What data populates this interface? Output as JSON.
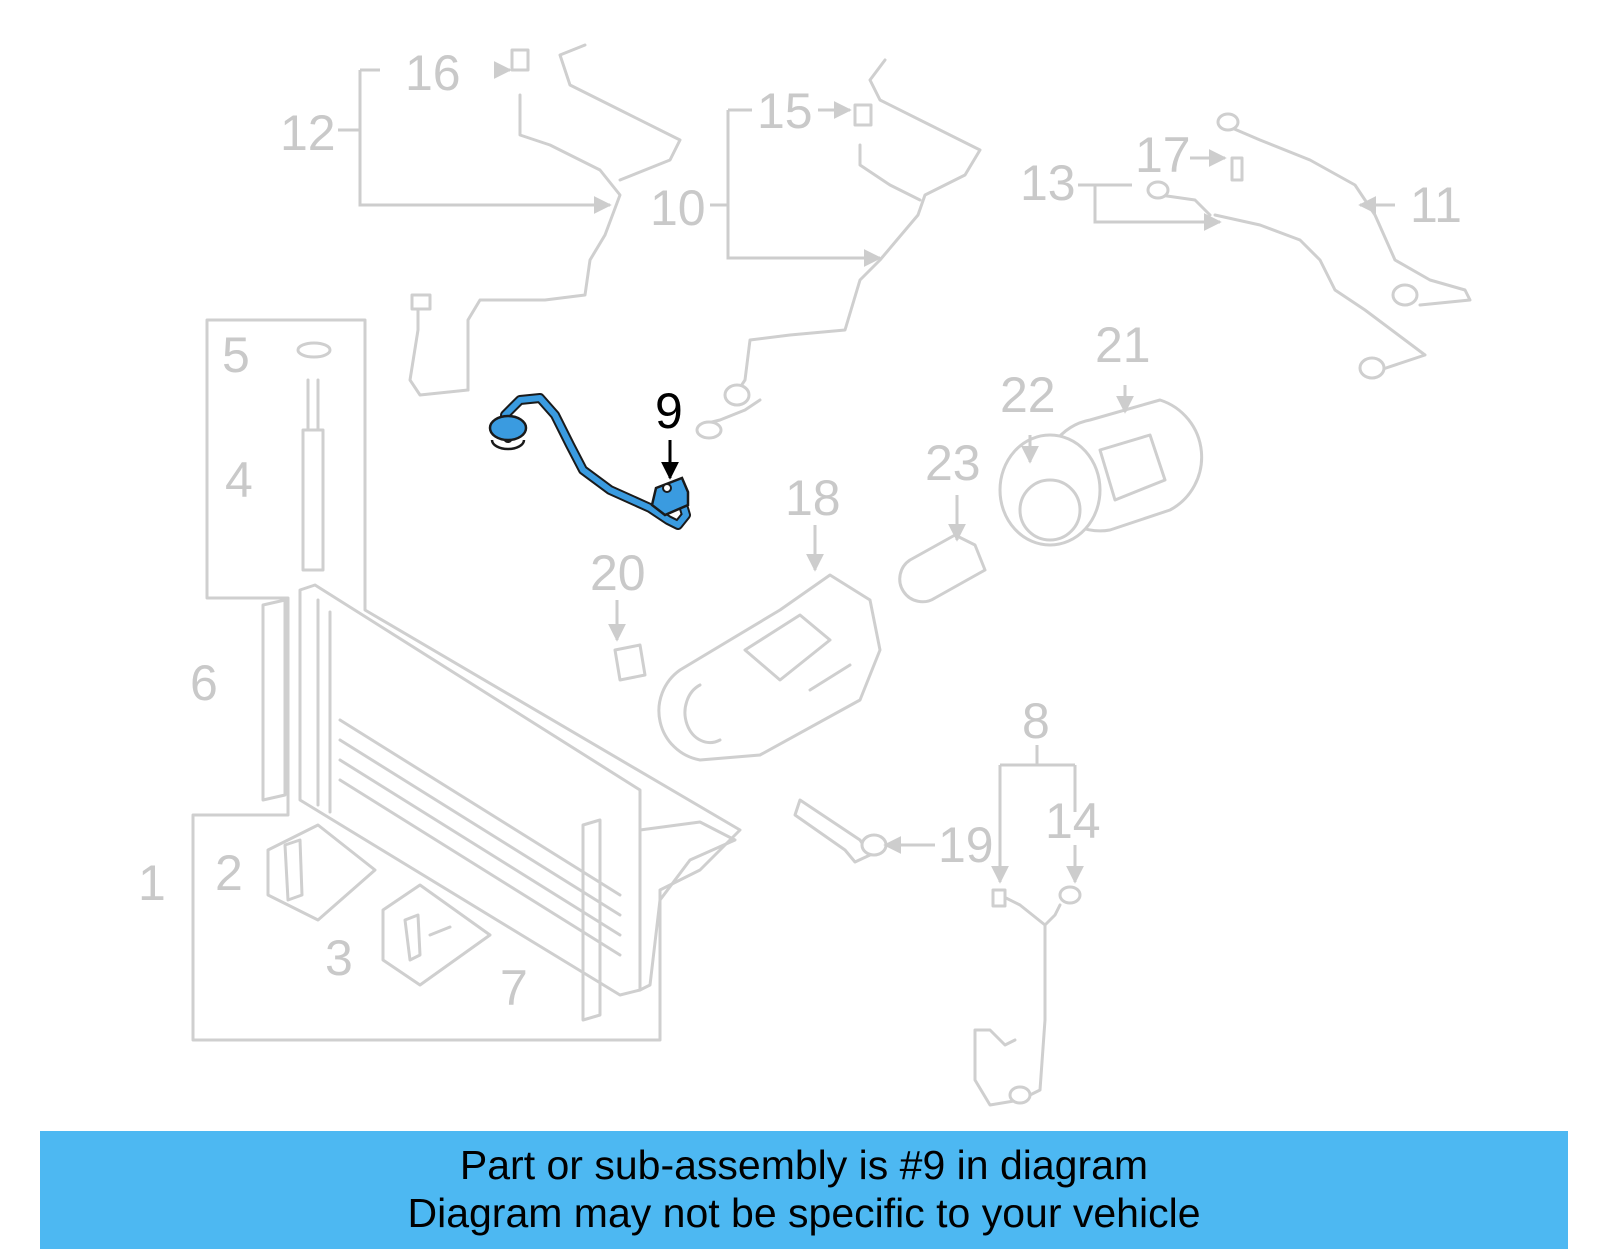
{
  "diagram": {
    "callouts": [
      "1",
      "2",
      "3",
      "4",
      "5",
      "6",
      "7",
      "8",
      "9",
      "10",
      "11",
      "12",
      "13",
      "14",
      "15",
      "16",
      "17",
      "18",
      "19",
      "20",
      "21",
      "22",
      "23"
    ],
    "highlighted_callout": "9",
    "colors": {
      "parts": "#cfcfcf",
      "labels": "#c9c9c9",
      "highlight_part": "#3a9be0",
      "highlight_label": "#000000"
    }
  },
  "banner": {
    "line1": "Part or sub-assembly is #9 in diagram",
    "line2": "Diagram may not be specific to your vehicle",
    "background": "#4db8f2"
  }
}
